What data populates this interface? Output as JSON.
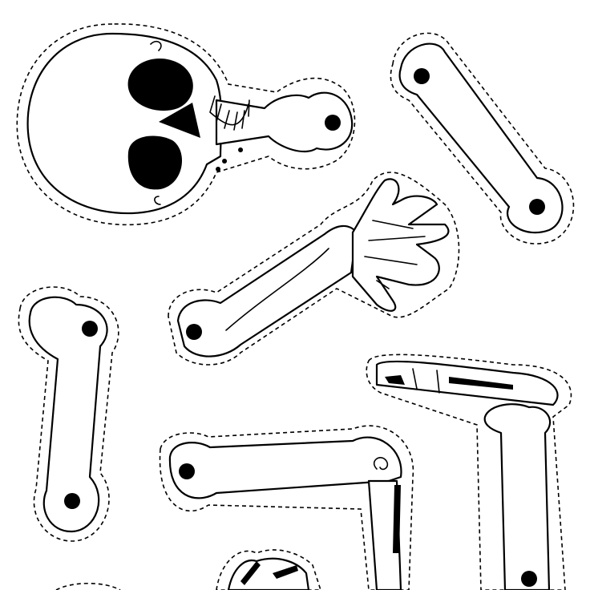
{
  "colors": {
    "ink": "#000000",
    "paper": "#ffffff"
  },
  "pieces": [
    {
      "name": "skull"
    },
    {
      "name": "upper-right-bone"
    },
    {
      "name": "forearm-with-hand"
    },
    {
      "name": "left-vertical-bone"
    },
    {
      "name": "thigh-bone"
    },
    {
      "name": "shin-with-foot"
    },
    {
      "name": "partial-hand"
    }
  ]
}
